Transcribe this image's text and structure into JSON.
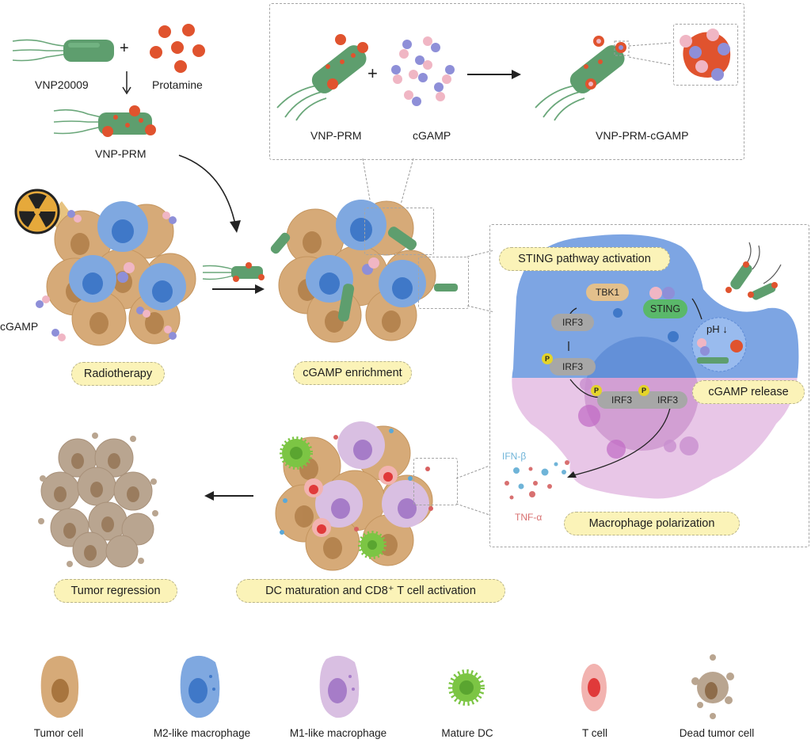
{
  "step1": {
    "bacterium_label": "VNP20009",
    "protamine_label": "Protamine",
    "product_label": "VNP-PRM",
    "plus_symbol": "+"
  },
  "step2_box": {
    "reactant1_label": "VNP-PRM",
    "reactant2_label": "cGAMP",
    "product_label": "VNP-PRM-cGAMP",
    "plus_symbol": "+"
  },
  "tumor_stages": {
    "radiotherapy_pill": "Radiotherapy",
    "cgamp_side_label": "cGAMP",
    "enrichment_pill": "cGAMP enrichment",
    "dc_activation_pill": "DC maturation and CD8⁺ T cell activation",
    "regression_pill": "Tumor regression"
  },
  "pathway_panel": {
    "sting_pill": "STING pathway activation",
    "tbk1": "TBK1",
    "sting": "STING",
    "irf3_1": "IRF3",
    "irf3_2": "IRF3",
    "irf3_dimer_a": "IRF3",
    "irf3_dimer_b": "IRF3",
    "phospho_tag": "P",
    "ph_label": "pH ↓",
    "release_pill": "cGAMP release",
    "ifn_label": "IFN-β",
    "tnf_label": "TNF-α",
    "polarization_pill": "Macrophage polarization"
  },
  "legend": {
    "items": [
      {
        "label": "Tumor cell",
        "icon": "tumor-cell-icon",
        "color": "#d6aa78"
      },
      {
        "label": "M2-like macrophage",
        "icon": "m2-macrophage-icon",
        "color": "#7fa8e0"
      },
      {
        "label": "M1-like macrophage",
        "icon": "m1-macrophage-icon",
        "color": "#d9bfe2"
      },
      {
        "label": "Mature DC",
        "icon": "mature-dc-icon",
        "color": "#7cc544"
      },
      {
        "label": "T cell",
        "icon": "t-cell-icon",
        "color": "#f2b3b0"
      },
      {
        "label": "Dead tumor cell",
        "icon": "dead-tumor-cell-icon",
        "color": "#b9a590"
      }
    ]
  },
  "colors": {
    "bacterium": "#5e9e6e",
    "protamine": "#e0532e",
    "cgamp_pink": "#f0b6c4",
    "cgamp_purple": "#8e8fd8",
    "pill_fill": "#fbf3b8",
    "m2_blue": "#6f9be0",
    "m1_pink": "#e7c3e6"
  }
}
